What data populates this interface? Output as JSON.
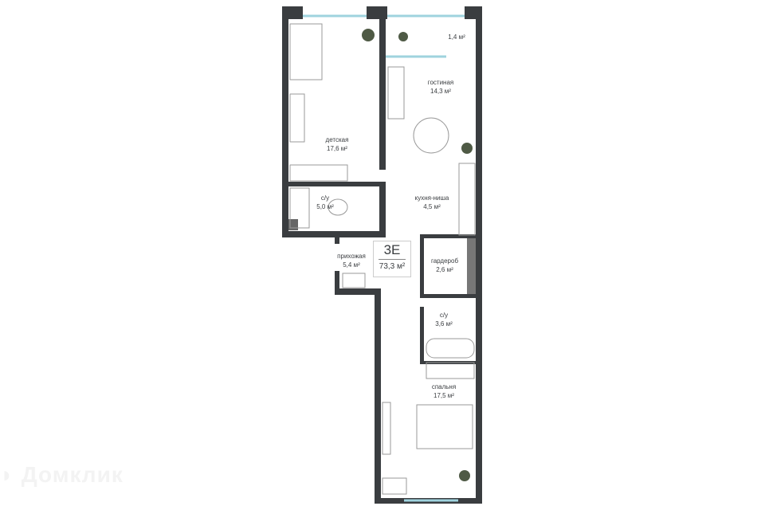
{
  "plan": {
    "type_code": "3Е",
    "total_area": "73,3 м²",
    "colors": {
      "wall": "#3a3d40",
      "window": "#bfe3ea",
      "furniture": "#9a9a9a",
      "plant": "#4f5a45"
    },
    "rooms": [
      {
        "name": "детская",
        "area": "17,6 м²"
      },
      {
        "name": "",
        "area": "1,4 м²"
      },
      {
        "name": "гостиная",
        "area": "14,3 м²"
      },
      {
        "name": "кухня-ниша",
        "area": "4,5 м²"
      },
      {
        "name": "с/у",
        "area": "5,0 м²"
      },
      {
        "name": "прихожая",
        "area": "5,4 м²"
      },
      {
        "name": "гардероб",
        "area": "2,6 м²"
      },
      {
        "name": "с/у",
        "area": "3,6 м²"
      },
      {
        "name": "спальня",
        "area": "17,5 м²"
      }
    ]
  },
  "watermark": "Домклик"
}
